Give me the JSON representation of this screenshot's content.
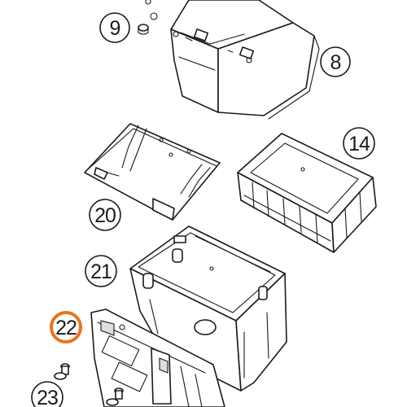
{
  "highlight_color": "#e8731f",
  "callouts": {
    "c9": {
      "label": "9"
    },
    "c8": {
      "label": "8"
    },
    "c14": {
      "label": "14"
    },
    "c20": {
      "label": "20"
    },
    "c21": {
      "label": "21"
    },
    "c22": {
      "label": "22"
    },
    "c23": {
      "label": "23"
    }
  }
}
